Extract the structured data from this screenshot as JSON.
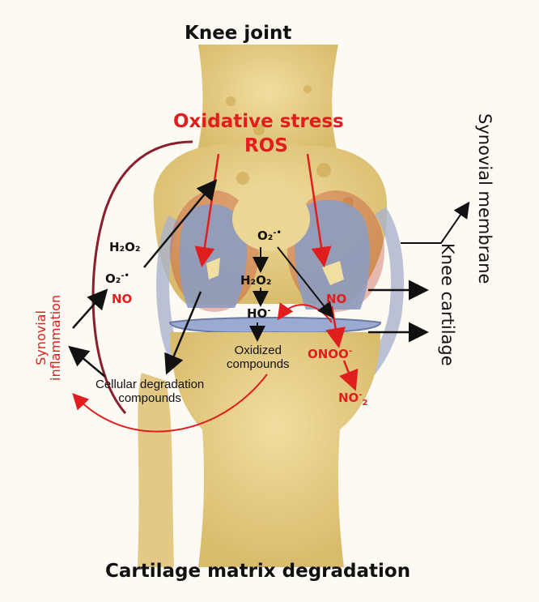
{
  "title": "Knee joint",
  "footer": "Cartilage matrix degradation",
  "stress": {
    "line1": "Oxidative stress",
    "line2": "ROS"
  },
  "labels": {
    "synovial_membrane": "Synovial membrane",
    "knee_cartilage": "Knee cartilage",
    "synovial_inflammation_1": "Synovial",
    "synovial_inflammation_2": "inflammation",
    "cellular_1": "Cellular degradation",
    "cellular_2": "compounds",
    "oxidized_1": "Oxidized",
    "oxidized_2": "compounds"
  },
  "chem": {
    "h2o2_left": "H₂O₂",
    "o2_left": "O₂",
    "o2_left_sup": "-•",
    "no_left": "NO",
    "o2_center": "O₂",
    "o2_center_sup": "-•",
    "h2o2_center": "H₂O₂",
    "ho_center": "HO",
    "ho_center_sup": "-",
    "no_right": "NO",
    "onoo": "ONOO",
    "onoo_sup": "-",
    "no2": "NO",
    "no2_sup": "-",
    "no2_sub": "2"
  },
  "colors": {
    "red": "#e01e1e",
    "bone": "#e8d08a",
    "cartilage": "#8d9cc0",
    "membrane": "#8a1f2b"
  }
}
